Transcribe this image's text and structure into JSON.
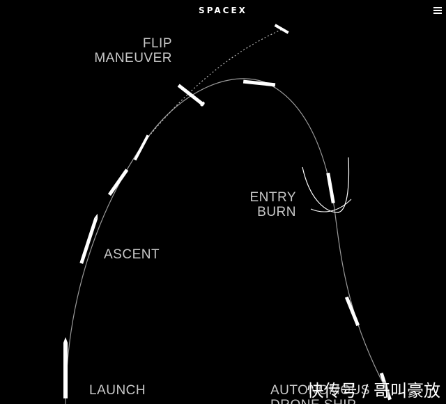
{
  "header": {
    "logo_text": "SPACEX",
    "menu_icon": "hamburger-menu-icon"
  },
  "diagram": {
    "phases": {
      "flip": [
        "FLIP",
        "MANEUVER"
      ],
      "ascent": "ASCENT",
      "entry": [
        "ENTRY",
        "BURN"
      ],
      "launch": "LAUNCH",
      "landing": [
        "AUTONOMOUS",
        "DRONE SHIP"
      ]
    }
  },
  "watermark": "快传号 / 哥叫豪放",
  "colors": {
    "background": "#000000",
    "label": "#c8c8c8",
    "trajectory": "#9a9a9a"
  }
}
